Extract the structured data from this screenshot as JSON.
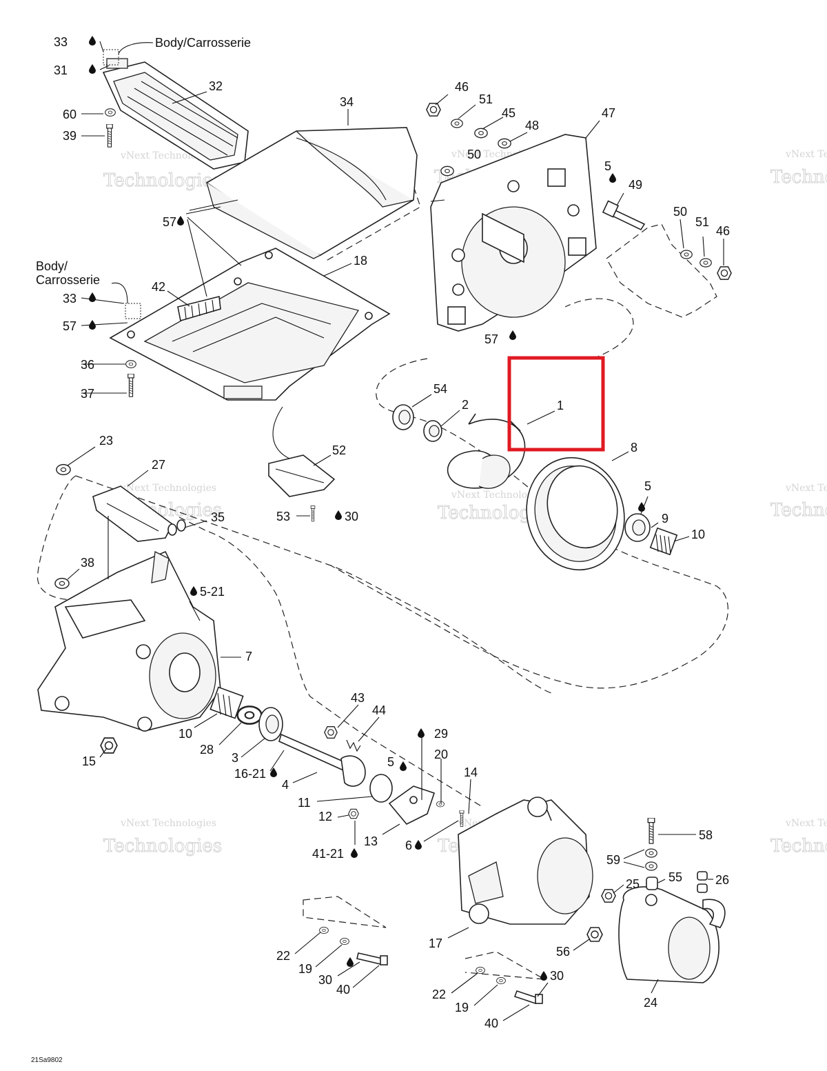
{
  "figure_id": "21Sa9802",
  "highlight_color": "#e01a22",
  "body_labels": [
    {
      "id": "body-top",
      "text": "Body/Carrosserie"
    },
    {
      "id": "body-mid-line1",
      "text": "Body/"
    },
    {
      "id": "body-mid-line2",
      "text": "Carrosserie"
    }
  ],
  "watermark": {
    "line1": "vNext Technologies",
    "line2": "Technologies"
  },
  "callouts": [
    {
      "id": "c33a",
      "text": "33"
    },
    {
      "id": "c31",
      "text": "31"
    },
    {
      "id": "c32",
      "text": "32"
    },
    {
      "id": "c60",
      "text": "60"
    },
    {
      "id": "c39",
      "text": "39"
    },
    {
      "id": "c34",
      "text": "34"
    },
    {
      "id": "c46a",
      "text": "46"
    },
    {
      "id": "c51a",
      "text": "51"
    },
    {
      "id": "c45",
      "text": "45"
    },
    {
      "id": "c48",
      "text": "48"
    },
    {
      "id": "c47",
      "text": "47"
    },
    {
      "id": "c50a",
      "text": "50"
    },
    {
      "id": "c5a",
      "text": "5"
    },
    {
      "id": "c49",
      "text": "49"
    },
    {
      "id": "c50b",
      "text": "50"
    },
    {
      "id": "c51b",
      "text": "51"
    },
    {
      "id": "c46b",
      "text": "46"
    },
    {
      "id": "c57a",
      "text": "57"
    },
    {
      "id": "c18",
      "text": "18"
    },
    {
      "id": "c42",
      "text": "42"
    },
    {
      "id": "c33b",
      "text": "33"
    },
    {
      "id": "c57b",
      "text": "57"
    },
    {
      "id": "c57c",
      "text": "57"
    },
    {
      "id": "c36",
      "text": "36"
    },
    {
      "id": "c37",
      "text": "37"
    },
    {
      "id": "c54",
      "text": "54"
    },
    {
      "id": "c2",
      "text": "2"
    },
    {
      "id": "c1",
      "text": "1"
    },
    {
      "id": "c8",
      "text": "8"
    },
    {
      "id": "c23",
      "text": "23"
    },
    {
      "id": "c27",
      "text": "27"
    },
    {
      "id": "c52",
      "text": "52"
    },
    {
      "id": "c5b",
      "text": "5"
    },
    {
      "id": "c9",
      "text": "9"
    },
    {
      "id": "c10a",
      "text": "10"
    },
    {
      "id": "c53",
      "text": "53"
    },
    {
      "id": "c30a",
      "text": "30"
    },
    {
      "id": "c35",
      "text": "35"
    },
    {
      "id": "c38",
      "text": "38"
    },
    {
      "id": "c5-21",
      "text": "5-21"
    },
    {
      "id": "c7",
      "text": "7"
    },
    {
      "id": "c10b",
      "text": "10"
    },
    {
      "id": "c15",
      "text": "15"
    },
    {
      "id": "c28",
      "text": "28"
    },
    {
      "id": "c3",
      "text": "3"
    },
    {
      "id": "c16-21",
      "text": "16-21"
    },
    {
      "id": "c4",
      "text": "4"
    },
    {
      "id": "c43",
      "text": "43"
    },
    {
      "id": "c44",
      "text": "44"
    },
    {
      "id": "c29",
      "text": "29"
    },
    {
      "id": "c5c",
      "text": "5"
    },
    {
      "id": "c20",
      "text": "20"
    },
    {
      "id": "c14",
      "text": "14"
    },
    {
      "id": "c11",
      "text": "11"
    },
    {
      "id": "c12",
      "text": "12"
    },
    {
      "id": "c13",
      "text": "13"
    },
    {
      "id": "c6",
      "text": "6"
    },
    {
      "id": "c41-21",
      "text": "41-21"
    },
    {
      "id": "c58",
      "text": "58"
    },
    {
      "id": "c59",
      "text": "59"
    },
    {
      "id": "c55",
      "text": "55"
    },
    {
      "id": "c25",
      "text": "25"
    },
    {
      "id": "c26",
      "text": "26"
    },
    {
      "id": "c17",
      "text": "17"
    },
    {
      "id": "c56",
      "text": "56"
    },
    {
      "id": "c22a",
      "text": "22"
    },
    {
      "id": "c19a",
      "text": "19"
    },
    {
      "id": "c30b",
      "text": "30"
    },
    {
      "id": "c40a",
      "text": "40"
    },
    {
      "id": "c22b",
      "text": "22"
    },
    {
      "id": "c19b",
      "text": "19"
    },
    {
      "id": "c30c",
      "text": "30"
    },
    {
      "id": "c40b",
      "text": "40"
    },
    {
      "id": "c24",
      "text": "24"
    }
  ]
}
